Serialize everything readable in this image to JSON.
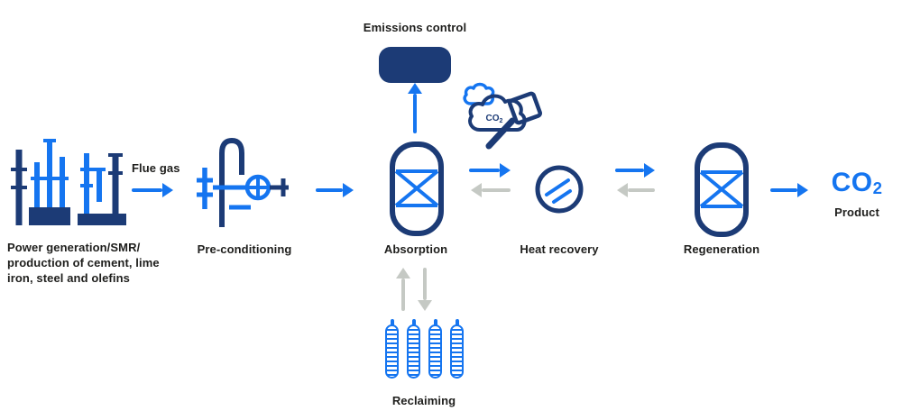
{
  "colors": {
    "blue": "#1575f0",
    "navy": "#1c3b76",
    "gray": "#c5c9c4",
    "text": "#1e1e1c",
    "bg": "#ffffff"
  },
  "diagram": {
    "source": {
      "lines": [
        "Power generation/SMR/",
        "production of cement, lime",
        "iron, steel and olefins"
      ]
    },
    "flue_gas_label": "Flue gas",
    "pre_conditioning_label": "Pre-conditioning",
    "absorption_label": "Absorption",
    "emissions_control_label": "Emissions control",
    "cloud": {
      "formula_main": "CO",
      "formula_sub": "2"
    },
    "heat_recovery_label": "Heat recovery",
    "regeneration_label": "Regeneration",
    "product": {
      "formula_main": "CO",
      "formula_sub": "2",
      "label": "Product"
    },
    "reclaiming_label": "Reclaiming"
  }
}
